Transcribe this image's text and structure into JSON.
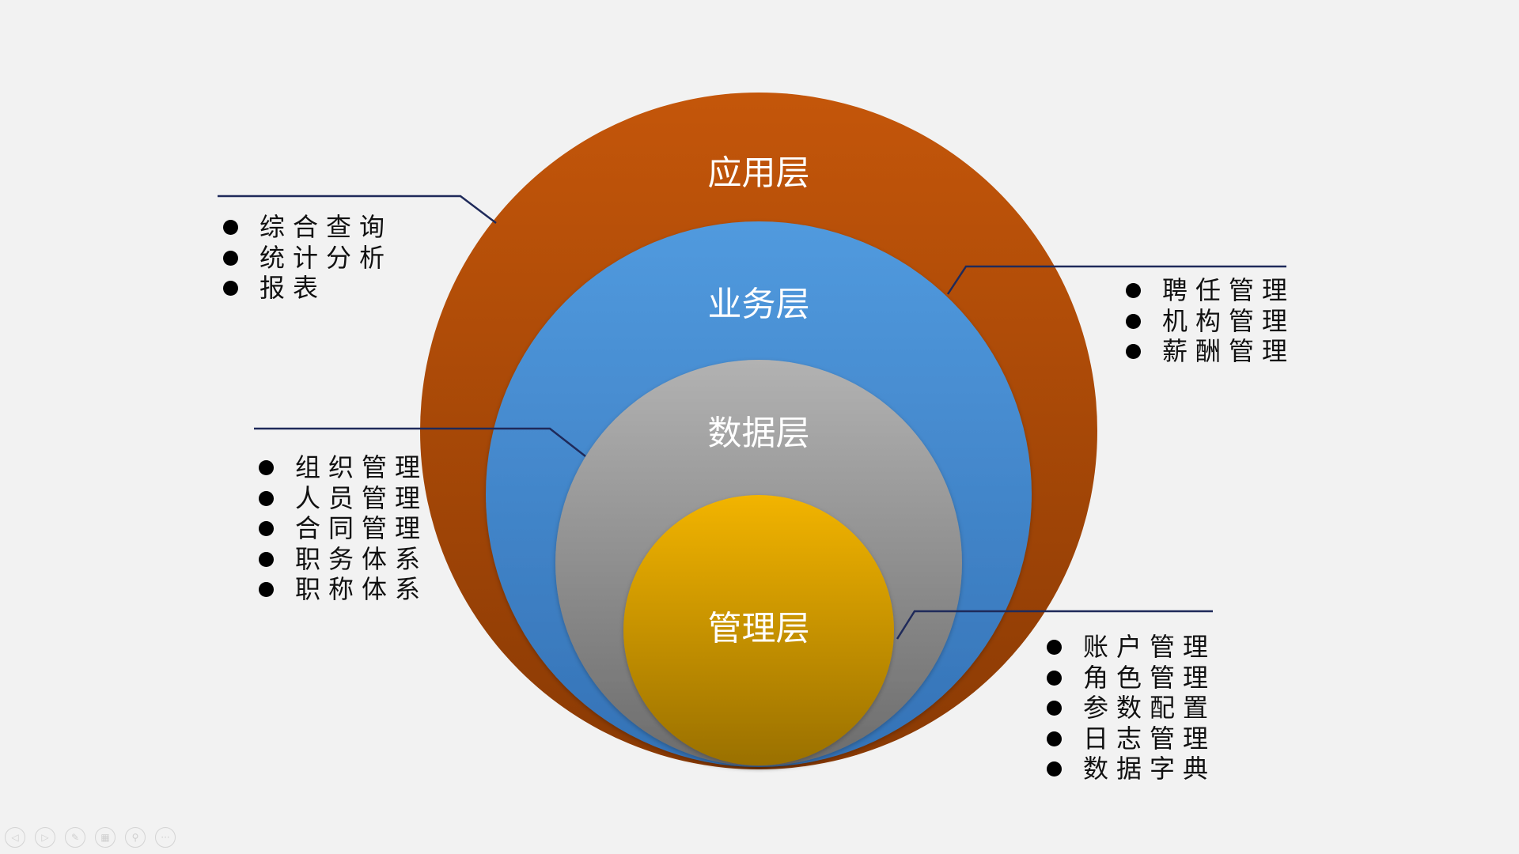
{
  "layers": [
    {
      "label": "应用层",
      "color": "#b8500a"
    },
    {
      "label": "业务层",
      "color": "#4b92d6"
    },
    {
      "label": "数据层",
      "color": "#a6a6a6"
    },
    {
      "label": "管理层",
      "color": "#d9a100"
    }
  ],
  "lists": {
    "app": [
      "综合查询",
      "统计分析",
      "报表"
    ],
    "business": [
      "聘任管理",
      "机构管理",
      "薪酬管理"
    ],
    "data": [
      "组织管理",
      "人员管理",
      "合同管理",
      "职务体系",
      "职称体系"
    ],
    "manage": [
      "账户管理",
      "角色管理",
      "参数配置",
      "日志管理",
      "数据字典"
    ]
  },
  "toolbar": [
    {
      "name": "previous-slide-icon",
      "glyph": "◁"
    },
    {
      "name": "next-slide-icon",
      "glyph": "▷"
    },
    {
      "name": "pen-icon",
      "glyph": "✎"
    },
    {
      "name": "slides-grid-icon",
      "glyph": "▦"
    },
    {
      "name": "zoom-icon",
      "glyph": "⚲"
    },
    {
      "name": "more-options-icon",
      "glyph": "···"
    }
  ]
}
